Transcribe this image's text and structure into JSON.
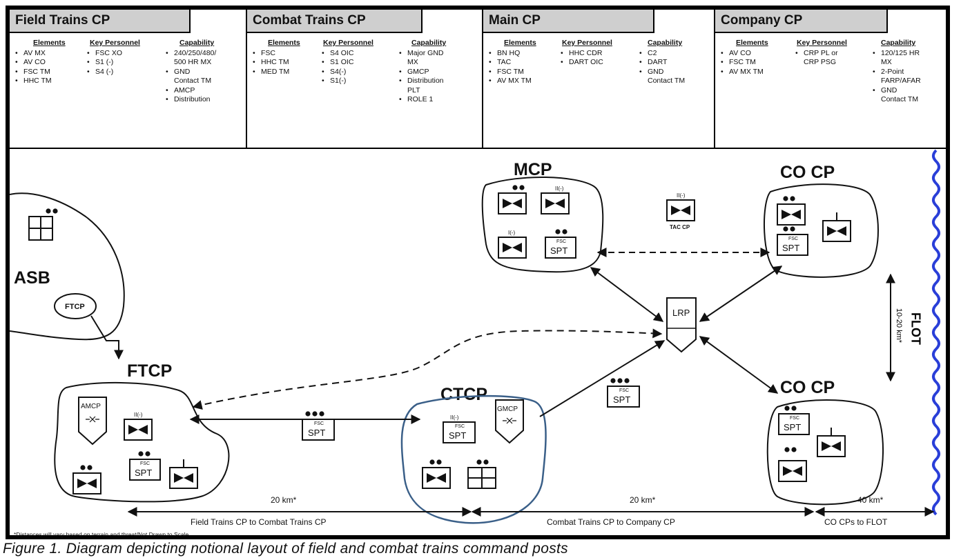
{
  "panels": [
    {
      "title": "Field Trains CP",
      "elements_head": "Elements",
      "elements": [
        "AV MX",
        "AV CO",
        "FSC TM",
        "HHC TM"
      ],
      "personnel_head": "Key Personnel",
      "personnel": [
        "FSC XO",
        "S1 (-)",
        "S4 (-)"
      ],
      "capability_head": "Capability",
      "capability": [
        "240/250/480/\n500 HR MX",
        "GND\nContact TM",
        "AMCP",
        "Distribution"
      ]
    },
    {
      "title": "Combat Trains CP",
      "elements_head": "Elements",
      "elements": [
        "FSC",
        "HHC TM",
        "MED TM"
      ],
      "personnel_head": "Key Personnel",
      "personnel": [
        "S4 OIC",
        "S1 OIC",
        "S4(-)",
        "S1(-)"
      ],
      "capability_head": "Capability",
      "capability": [
        "Major GND\nMX",
        "GMCP",
        "Distribution\nPLT",
        "ROLE 1"
      ]
    },
    {
      "title": "Main CP",
      "elements_head": "Elements",
      "elements": [
        "BN HQ",
        "TAC",
        "FSC TM",
        "AV MX TM"
      ],
      "personnel_head": "Key Personnel",
      "personnel": [
        "HHC CDR",
        "DART OIC"
      ],
      "capability_head": "Capability",
      "capability": [
        "C2",
        "DART",
        "GND\nContact TM"
      ]
    },
    {
      "title": "Company CP",
      "elements_head": "Elements",
      "elements": [
        "AV CO",
        "FSC TM",
        "AV MX TM"
      ],
      "personnel_head": "Key Personnel",
      "personnel": [
        "CRP PL or\nCRP PSG"
      ],
      "capability_head": "Capability",
      "capability": [
        "120/125 HR\nMX",
        "2-Point\nFARP/AFAR",
        "GND\nContact TM"
      ]
    }
  ],
  "labels": {
    "asb": "ASB",
    "ftcp_small": "FTCP",
    "ftcp": "FTCP",
    "ctcp": "CTCP",
    "mcp": "MCP",
    "co_cp_top": "CO CP",
    "co_cp_bottom": "CO CP",
    "lrp": "LRP",
    "tac_cp": "TAC CP",
    "amcp": "AMCP",
    "gmcp": "GMCP",
    "spt": "SPT",
    "fsc": "FSC",
    "ech_ii": "II(-)",
    "ech_i": "I(-)",
    "flot": "FLOT",
    "flot_range": "10-20 km*"
  },
  "distances": {
    "d1": "20 km*",
    "d2": "20 km*",
    "d3": "40 km*",
    "s1": "Field Trains CP to Combat Trains CP",
    "s2": "Combat Trains CP to Company CP",
    "s3": "CO CPs to FLOT"
  },
  "footnote": "*Distances will vary based on terrain and threat/Not Drawn to Scale.",
  "caption": "Figure 1. Diagram depicting notional layout of field and combat trains command posts",
  "colors": {
    "flot_wave": "#2a3fd8",
    "ctcp_outline": "#3a5f88",
    "header_fill": "#cfcfcf"
  }
}
